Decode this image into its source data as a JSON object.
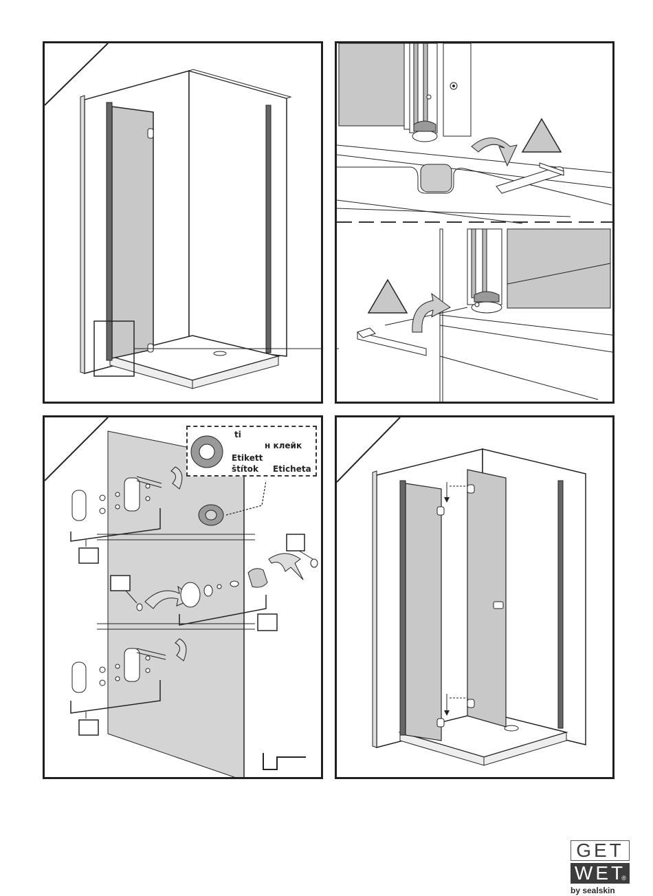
{
  "panels": [
    {
      "id": "step-1"
    },
    {
      "id": "step-2"
    },
    {
      "id": "step-3"
    },
    {
      "id": "step-4"
    }
  ],
  "label_box": {
    "line1": "ti",
    "line2": "н клейк",
    "line3": "Etikett",
    "line4a": "štítok",
    "line4b": "Eticheta"
  },
  "logo": {
    "word1": "GET",
    "word2": "WET",
    "reg": "®",
    "sub": "by sealskin"
  },
  "colors": {
    "line": "#222222",
    "glass": "#c8c8c8",
    "shade": "#9a9a9a",
    "logo_dark": "#3c3c3c"
  }
}
